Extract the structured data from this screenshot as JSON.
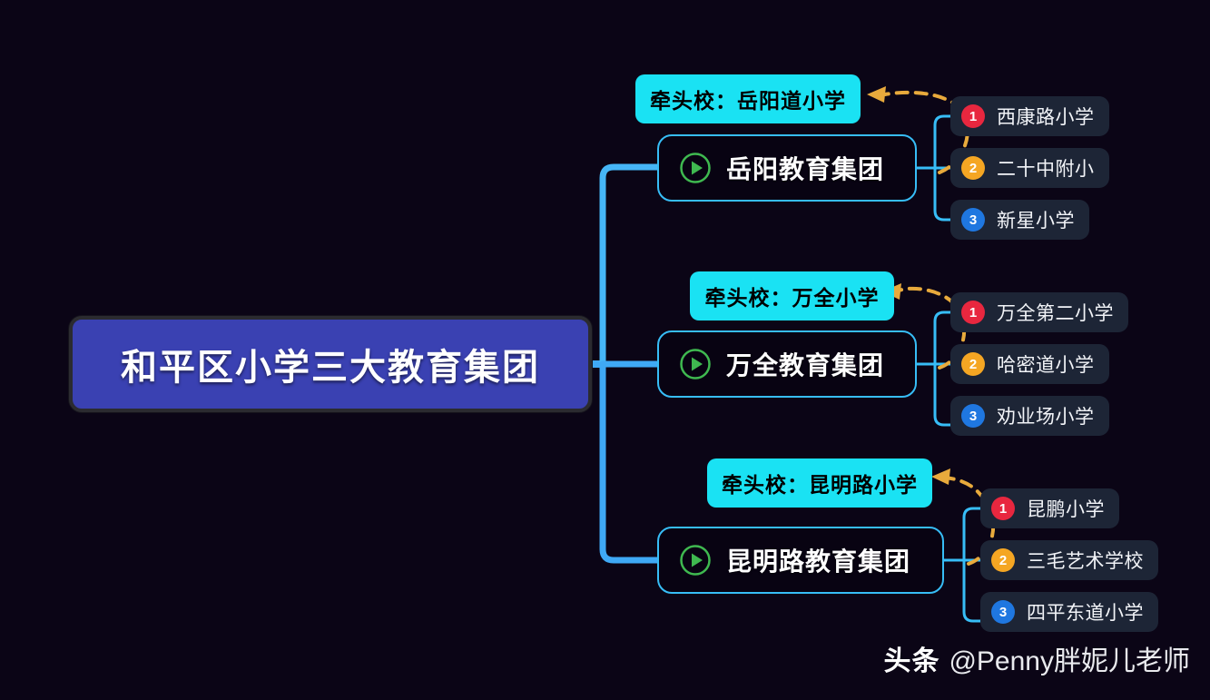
{
  "background_color": "#0b0516",
  "root": {
    "label": "和平区小学三大教育集团",
    "fill_color": "#3a41b2",
    "border_color": "#2b2b30",
    "text_color": "#ffffff"
  },
  "theme": {
    "connector_color": "#37bdf6",
    "trunk_color": "#3fa9f5",
    "dashed_arrow_color": "#e8aa3c",
    "lead_tag_color": "#1ae2f3",
    "leaf_box_color": "#1d2536",
    "play_icon_color": "#3fb950",
    "badge_colors": [
      "#e8273f",
      "#f5a623",
      "#1f77e0"
    ]
  },
  "groups": [
    {
      "lead_tag": "牵头校：岳阳道小学",
      "name": "岳阳教育集团",
      "icon": "play-circle-icon",
      "members": [
        {
          "number": "1",
          "label": "西康路小学",
          "color": "#e8273f"
        },
        {
          "number": "2",
          "label": "二十中附小",
          "color": "#f5a623"
        },
        {
          "number": "3",
          "label": "新星小学",
          "color": "#1f77e0"
        }
      ]
    },
    {
      "lead_tag": "牵头校：万全小学",
      "name": "万全教育集团",
      "icon": "play-circle-icon",
      "members": [
        {
          "number": "1",
          "label": "万全第二小学",
          "color": "#e8273f"
        },
        {
          "number": "2",
          "label": "哈密道小学",
          "color": "#f5a623"
        },
        {
          "number": "3",
          "label": "劝业场小学",
          "color": "#1f77e0"
        }
      ]
    },
    {
      "lead_tag": "牵头校：昆明路小学",
      "name": "昆明路教育集团",
      "icon": "play-circle-icon",
      "members": [
        {
          "number": "1",
          "label": "昆鹏小学",
          "color": "#e8273f"
        },
        {
          "number": "2",
          "label": "三毛艺术学校",
          "color": "#f5a623"
        },
        {
          "number": "3",
          "label": "四平东道小学",
          "color": "#1f77e0"
        }
      ]
    }
  ],
  "watermark": {
    "brand": "头条",
    "handle": "@Penny胖妮儿老师"
  }
}
